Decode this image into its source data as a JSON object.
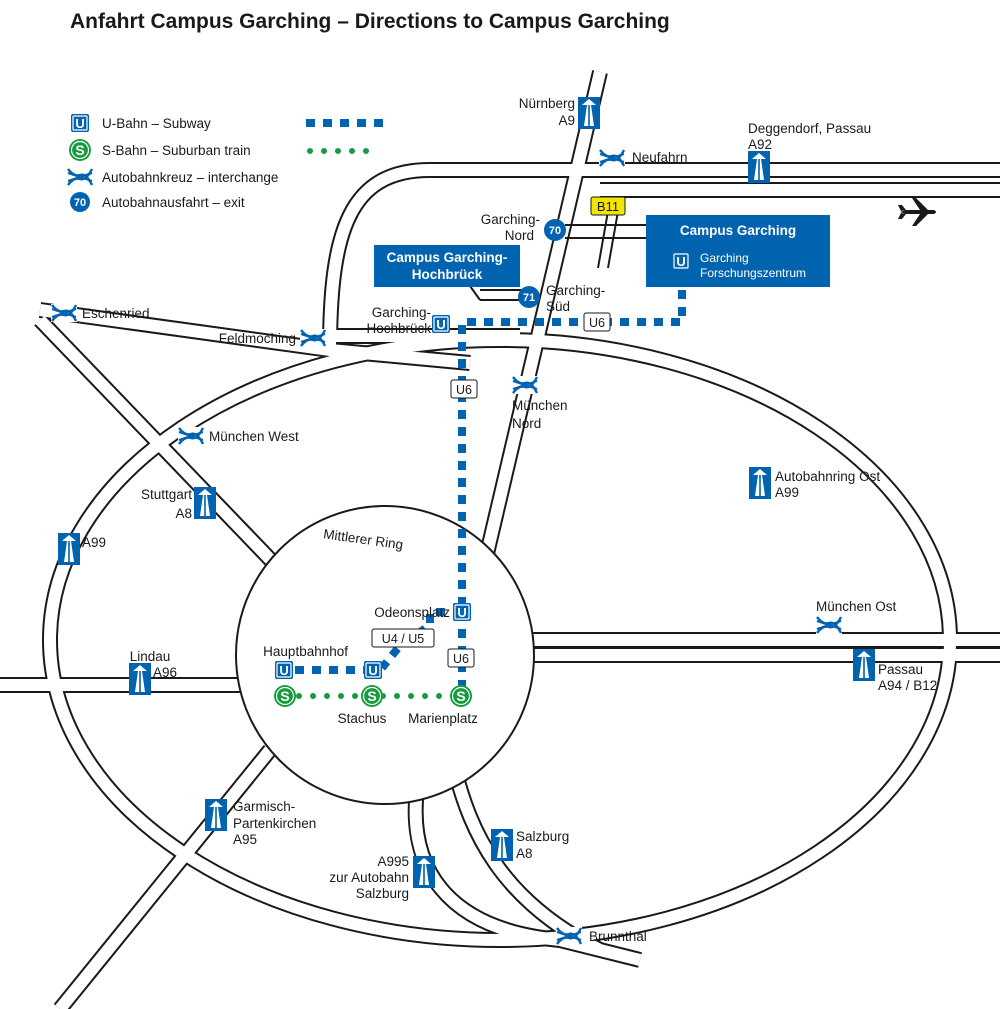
{
  "title": "Anfahrt Campus Garching – Directions to Campus Garching",
  "legend": {
    "ubahn": "U-Bahn – Subway",
    "sbahn": "S-Bahn – Suburban train",
    "interchange": "Autobahnkreuz – interchange",
    "exit": "Autobahnausfahrt – exit",
    "ubahn_symbol": "U",
    "sbahn_symbol": "S",
    "exit_symbol": "70"
  },
  "colors": {
    "ubahn": "#0063b0",
    "sbahn": "#169b3e",
    "campus_box": "#0063b0",
    "b11_badge": "#f2e600",
    "road_outline": "#1a1a1a"
  },
  "campus": {
    "garching": "Campus Garching",
    "garching_station_1": "Garching",
    "garching_station_2": "Forschungszentrum",
    "hochbrueck_1": "Campus Garching-",
    "hochbrueck_2": "Hochbrück"
  },
  "badges": {
    "b11": "B11",
    "exit70": "70",
    "exit71": "71"
  },
  "line_labels": {
    "u6_top": "U6",
    "u6_mid": "U6",
    "u6_low": "U6",
    "u4u5": "U4 / U5"
  },
  "places": {
    "nuernberg_1": "Nürnberg",
    "nuernberg_2": "A9",
    "deggendorf_1": "Deggendorf, Passau",
    "deggendorf_2": "A92",
    "neufahrn": "Neufahrn",
    "garching_nord_1": "Garching-",
    "garching_nord_2": "Nord",
    "garching_sued_1": "Garching-",
    "garching_sued_2": "Süd",
    "garching_hochbrueck_1": "Garching-",
    "garching_hochbrueck_2": "Hochbrück",
    "eschenried": "Eschenried",
    "feldmoching": "Feldmoching",
    "muenchen_nord_1": "München",
    "muenchen_nord_2": "Nord",
    "muenchen_west": "München West",
    "stuttgart_1": "Stuttgart",
    "stuttgart_2": "A8",
    "a99_west": "A99",
    "ring_ost_1": "Autobahnring Ost",
    "ring_ost_2": "A99",
    "mittlerer_ring": "Mittlerer Ring",
    "odeonsplatz": "Odeonsplatz",
    "hauptbahnhof": "Hauptbahnhof",
    "stachus": "Stachus",
    "marienplatz": "Marienplatz",
    "lindau_1": "Lindau",
    "lindau_2": "A96",
    "muenchen_ost": "München Ost",
    "passau_1": "Passau",
    "passau_2": "A94 / B12",
    "garmisch_1": "Garmisch-",
    "garmisch_2": "Partenkirchen",
    "garmisch_3": "A95",
    "salzburg_1": "Salzburg",
    "salzburg_2": "A8",
    "a995_1": "A995",
    "a995_2": "zur Autobahn",
    "a995_3": "Salzburg",
    "brunnthal": "Brunnthal"
  },
  "icons": {
    "motorway": "motorway-sign-icon",
    "interchange": "interchange-icon",
    "airport": "airplane-icon",
    "ubahn": "u-bahn-icon",
    "sbahn": "s-bahn-icon",
    "exit": "exit-number-icon"
  }
}
